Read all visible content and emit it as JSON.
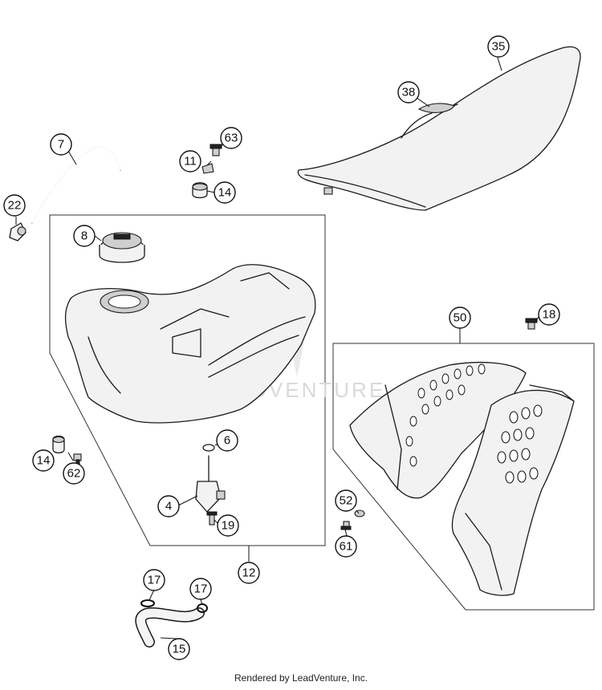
{
  "callouts": [
    "35",
    "38",
    "7",
    "63",
    "11",
    "14",
    "22",
    "8",
    "18",
    "50",
    "6",
    "14",
    "62",
    "4",
    "19",
    "52",
    "61",
    "12",
    "17",
    "17",
    "15"
  ],
  "watermark": "LEADVENTURE",
  "footer": "Rendered by LeadVenture, Inc."
}
